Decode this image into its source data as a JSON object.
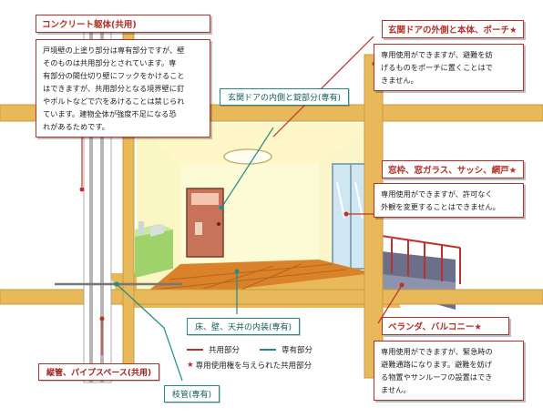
{
  "colors": {
    "shared": "#c0302b",
    "private": "#1c8e8a",
    "star": "#d51e1e"
  },
  "callouts": {
    "concrete": {
      "title": "コンクリート躯体(共用)",
      "lines": [
        "戸境壁の上塗り部分は専有部分ですが、壁",
        "そのものは共用部分とされています。専",
        "有部分の間仕切り壁にフックをかけること",
        "はできますが、共用部分となる境界壁に釘",
        "やボルトなどで穴をあけることは禁じられ",
        "ています。建物全体が強度不足になる恐",
        "れがあるためです。"
      ]
    },
    "entrance_porch": {
      "title": "玄関ドアの外側と本体、ポーチ★",
      "lines": [
        "専用使用ができますが、避難を妨",
        "げるものをポーチに置くことはで",
        "きません。"
      ]
    },
    "window": {
      "title": "窓枠、窓ガラス、サッシ、網戸★",
      "lines": [
        "専用使用ができますが、許可なく",
        "外観を変更することはできません。"
      ]
    },
    "veranda": {
      "title": "ベランダ、バルコニー★",
      "lines": [
        "専用使用ができますが、緊急時の",
        "避難通路になります。避難を妨げ",
        "る物置やサンルーフの設置はでき",
        "ません。"
      ]
    }
  },
  "tags": {
    "entrance_inner": "玄関ドアの内側と錠部分(専有)",
    "interior": "床、壁、天井の内装(専有)",
    "pipe_space": "縦管、パイプスペース(共用)",
    "branch_pipe": "枝管(専有)"
  },
  "legend": {
    "shared": "共用部分",
    "private": "専有部分",
    "star_mark": "★",
    "star_text": "専用使用権を与えられた共用部分"
  }
}
